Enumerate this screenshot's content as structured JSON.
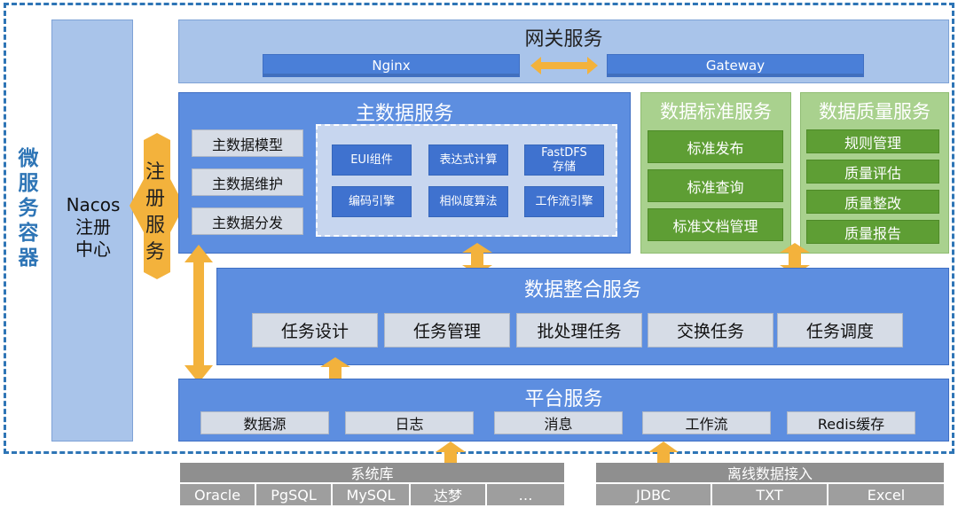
{
  "side_title": [
    "微",
    "服",
    "务",
    "容",
    "器"
  ],
  "nacos": {
    "line1": "Nacos",
    "line2": "注册",
    "line3": "中心"
  },
  "register": [
    "注",
    "册",
    "服",
    "务"
  ],
  "gateway": {
    "title": "网关服务",
    "left": "Nginx",
    "right": "Gateway"
  },
  "master_data": {
    "title": "主数据服务",
    "left_items": [
      "主数据模型",
      "主数据维护",
      "主数据分发"
    ],
    "components": [
      "EUI组件",
      "表达式计算",
      "FastDFS 存储",
      "编码引擎",
      "相似度算法",
      "工作流引擎"
    ]
  },
  "data_standard": {
    "title": "数据标准服务",
    "items": [
      "标准发布",
      "标准查询",
      "标准文档管理"
    ]
  },
  "data_quality": {
    "title": "数据质量服务",
    "items": [
      "规则管理",
      "质量评估",
      "质量整改",
      "质量报告"
    ]
  },
  "integration": {
    "title": "数据整合服务",
    "items": [
      "任务设计",
      "任务管理",
      "批处理任务",
      "交换任务",
      "任务调度"
    ]
  },
  "platform": {
    "title": "平台服务",
    "items": [
      "数据源",
      "日志",
      "消息",
      "工作流",
      "Redis缓存"
    ]
  },
  "system_db": {
    "title": "系统库",
    "items": [
      "Oracle",
      "PgSQL",
      "MySQL",
      "达梦",
      "…"
    ]
  },
  "offline": {
    "title": "离线数据接入",
    "items": [
      "JDBC",
      "TXT",
      "Excel"
    ]
  },
  "colors": {
    "blue": "#5d8ee0",
    "green": "#a9d18e",
    "arrow": "#f3b23c"
  }
}
